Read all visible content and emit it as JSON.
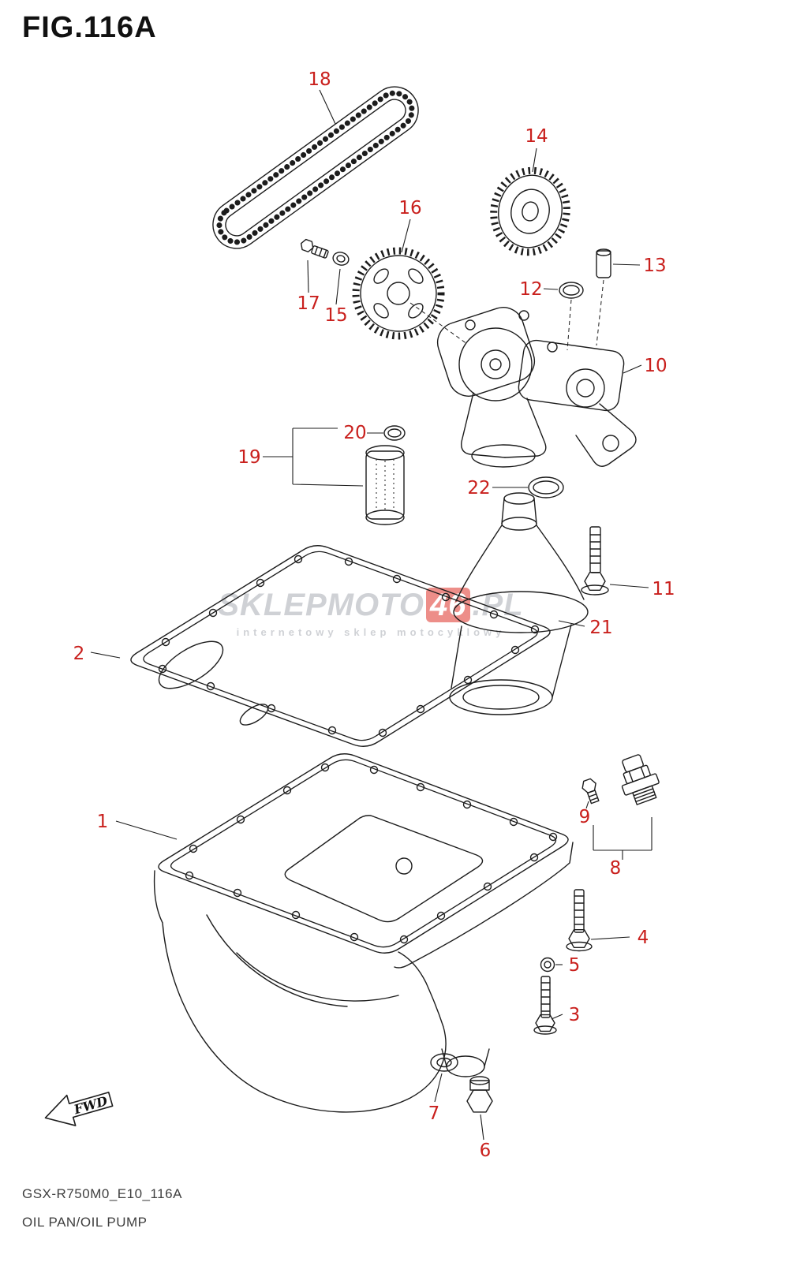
{
  "figure": {
    "title": "FIG.116A"
  },
  "footer": {
    "code": "GSX-R750M0_E10_116A",
    "name": "OIL PAN/OIL PUMP"
  },
  "watermark": {
    "prefix": "SKLEPMOTO",
    "highlight": "46",
    "suffix": ".PL",
    "tagline": "internetowy sklep motocyklowy"
  },
  "fwd": {
    "label": "FWD"
  },
  "callouts": {
    "c1": "1",
    "c2": "2",
    "c3": "3",
    "c4": "4",
    "c5": "5",
    "c6": "6",
    "c7": "7",
    "c8": "8",
    "c9": "9",
    "c10": "10",
    "c11": "11",
    "c12": "12",
    "c13": "13",
    "c14": "14",
    "c15": "15",
    "c16": "16",
    "c17": "17",
    "c18": "18",
    "c19": "19",
    "c20": "20",
    "c21": "21",
    "c22": "22"
  },
  "colors": {
    "callout_red": "#c9201d",
    "line_black": "#1c1c1c",
    "watermark_gray": "#a9adb4",
    "watermark_red": "#e03329"
  }
}
